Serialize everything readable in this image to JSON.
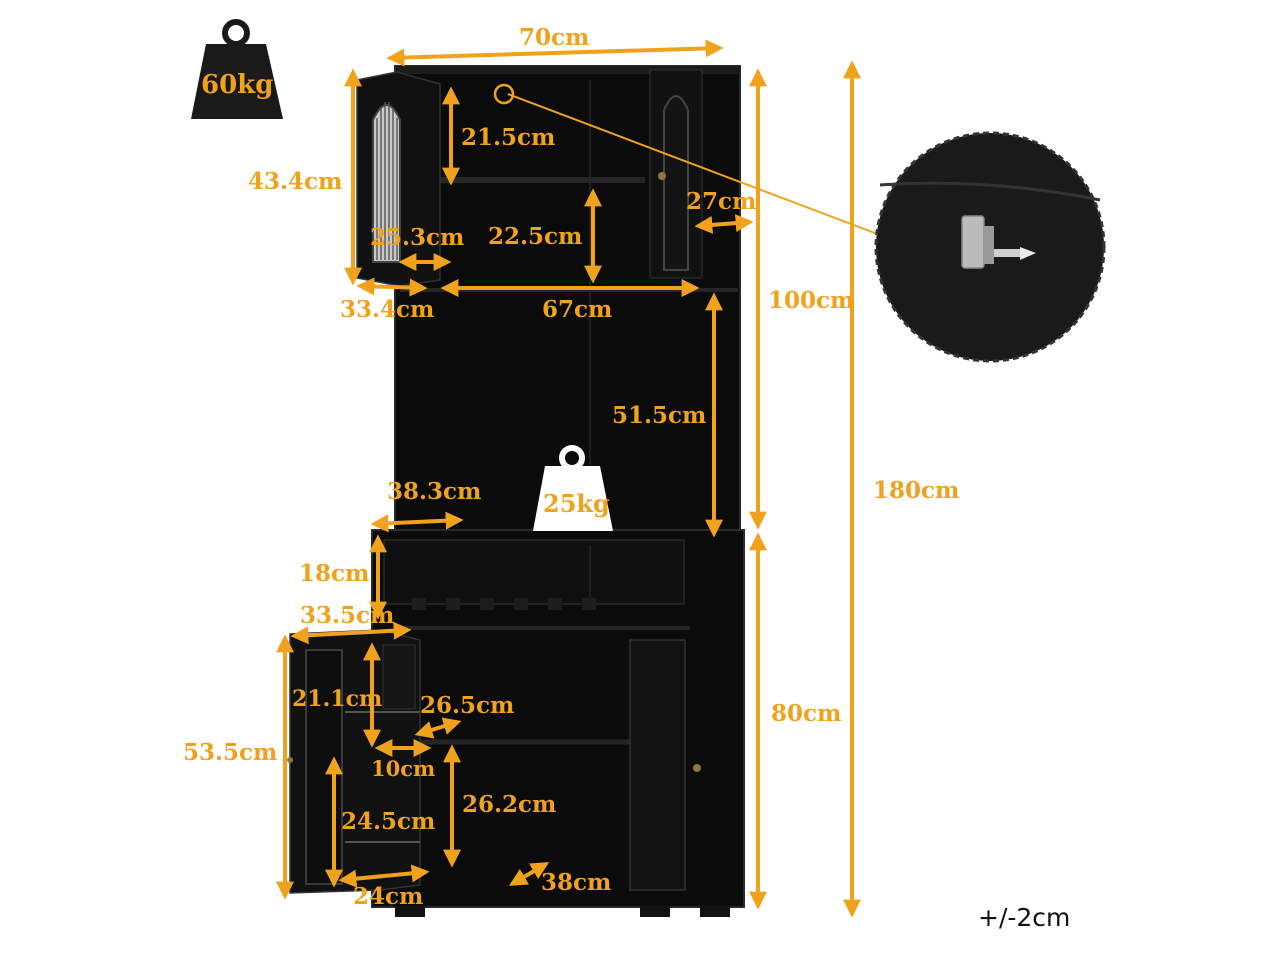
{
  "weights": {
    "total": "60kg",
    "shelf": "25kg"
  },
  "dimensions": {
    "width_top": "70cm",
    "upper_door_height": "43.4cm",
    "upper_top_compartment": "21.5cm",
    "upper_lower_compartment": "22.5cm",
    "upper_door_inner": "25.3cm",
    "upper_depth": "27cm",
    "upper_door_width": "33.4cm",
    "upper_inner_width": "67cm",
    "upper_total_height": "100cm",
    "open_shelf_height": "51.5cm",
    "open_shelf_depth": "38.3cm",
    "overall_height": "180cm",
    "drawer_height": "18cm",
    "lower_door_width": "33.5cm",
    "lower_top_compartment": "21.1cm",
    "lower_shelf_depth": "26.5cm",
    "lower_door_height": "53.5cm",
    "door_rack_depth": "10cm",
    "lower_total_height": "80cm",
    "lower_bottom_compartment": "26.2cm",
    "door_rack_height": "24.5cm",
    "door_rack_width": "24cm",
    "lower_depth": "38cm"
  },
  "tolerance": "+/-2cm",
  "colors": {
    "accent": "#f0a21d",
    "cabinet": "#0b0b0b",
    "cabinet_edge": "#2a2a2a"
  }
}
